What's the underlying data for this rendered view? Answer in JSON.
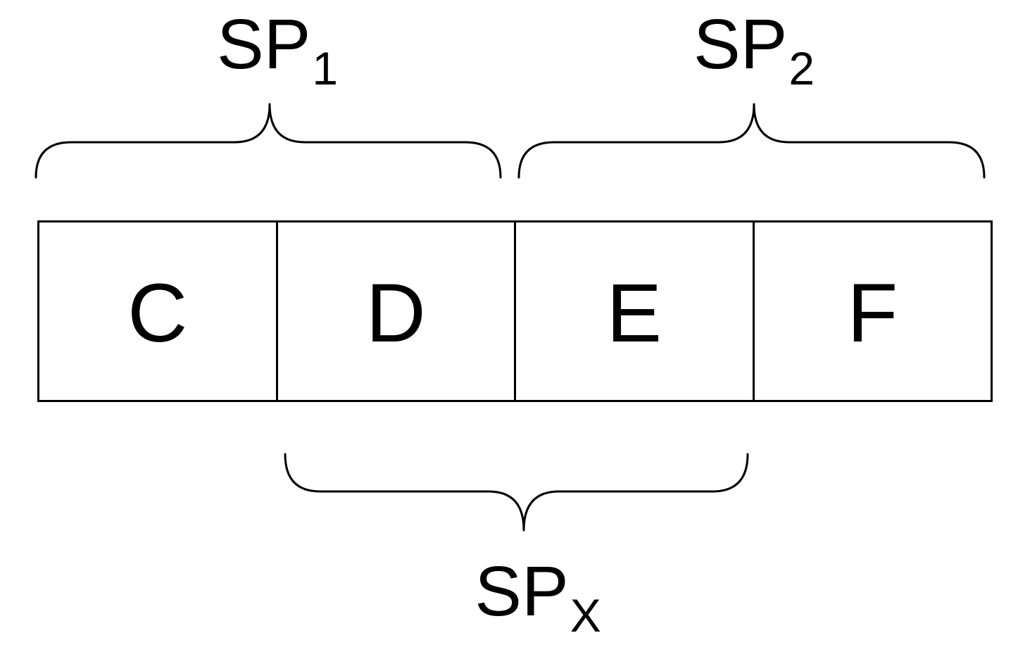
{
  "diagram": {
    "background": "#ffffff",
    "line_color": "#000000",
    "text_color": "#000000",
    "cells": [
      {
        "label": "C"
      },
      {
        "label": "D"
      },
      {
        "label": "E"
      },
      {
        "label": "F"
      }
    ],
    "groups": {
      "sp1": {
        "base": "SP",
        "subscript": "1",
        "position": "top",
        "covers": "C,D"
      },
      "sp2": {
        "base": "SP",
        "subscript": "2",
        "position": "top",
        "covers": "E,F"
      },
      "spx": {
        "base": "SP",
        "subscript": "X",
        "position": "bottom",
        "covers": "D,E"
      }
    }
  }
}
